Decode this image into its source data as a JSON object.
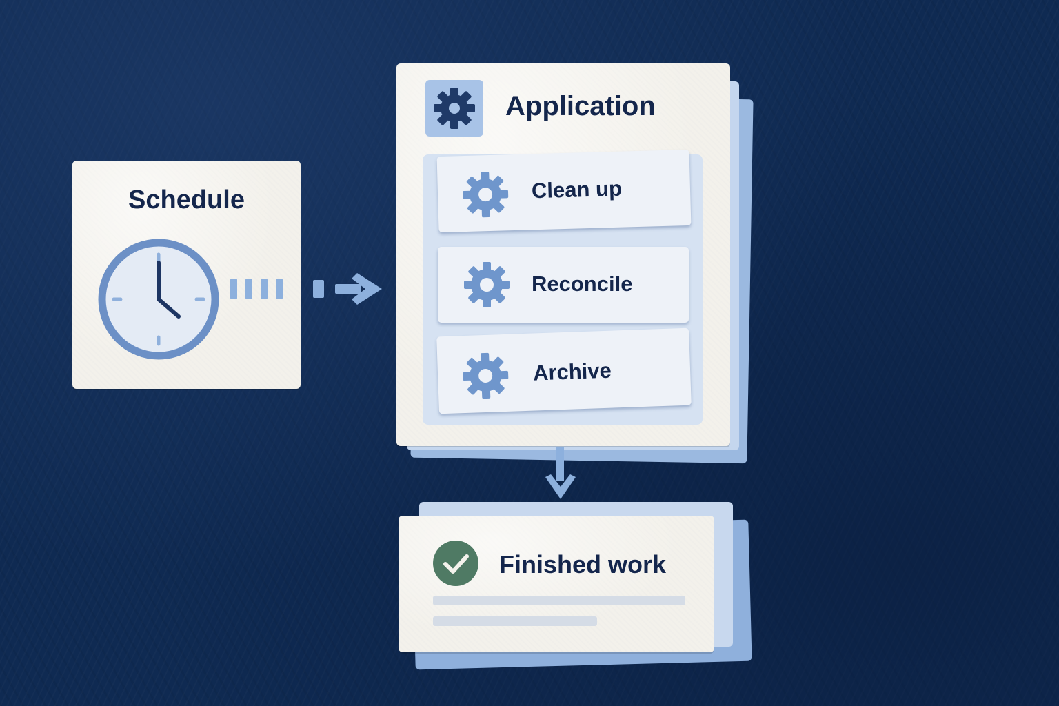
{
  "colors": {
    "background": "#0f2a52",
    "card": "#f3f1eb",
    "accent": "#6f96cc",
    "accent_light": "#9fbde4",
    "text": "#14264c",
    "success": "#4f7a64"
  },
  "schedule": {
    "title": "Schedule",
    "icon": "clock-icon"
  },
  "application": {
    "title": "Application",
    "icon": "gear-icon",
    "tasks": [
      {
        "label": "Clean up",
        "icon": "gear-icon"
      },
      {
        "label": "Reconcile",
        "icon": "gear-icon"
      },
      {
        "label": "Archive",
        "icon": "gear-icon"
      }
    ]
  },
  "result": {
    "title": "Finished work",
    "icon": "check-circle-icon"
  }
}
